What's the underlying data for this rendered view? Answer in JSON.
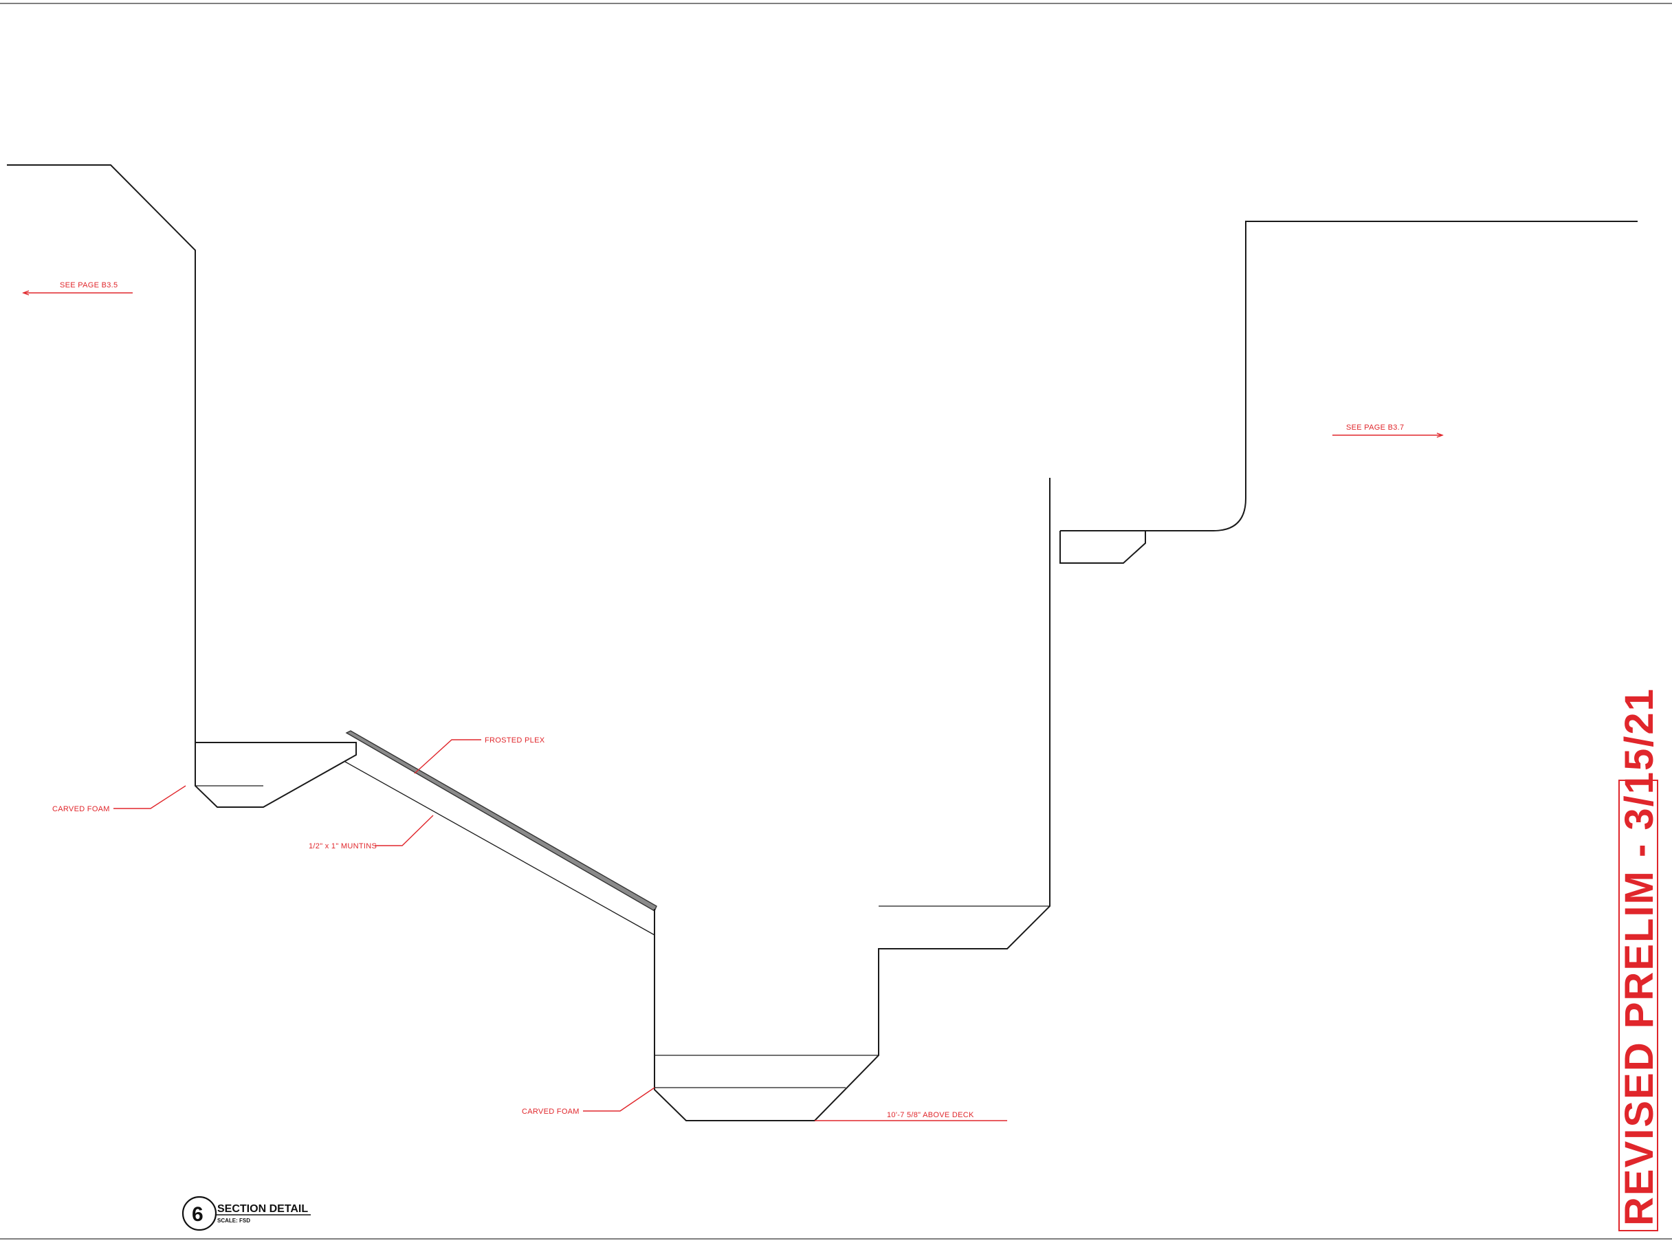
{
  "annotations": {
    "see_page_left": "SEE PAGE B3.5",
    "see_page_right": "SEE PAGE B3.7",
    "frosted_plex": "FROSTED PLEX",
    "carved_foam_upper": "CARVED FOAM",
    "muntins": "1/2\" x 1\" MUNTINS",
    "carved_foam_lower": "CARVED FOAM",
    "above_deck": "10'-7 5/8\" ABOVE DECK"
  },
  "title_block": {
    "number": "6",
    "title": "SECTION DETAIL",
    "scale": "SCALE: FSD"
  },
  "stamp": {
    "text": "REVISED PRELIM - 3/15/21"
  },
  "colors": {
    "annotation_red": "#e0262b",
    "line_black": "#1a1a1a"
  }
}
